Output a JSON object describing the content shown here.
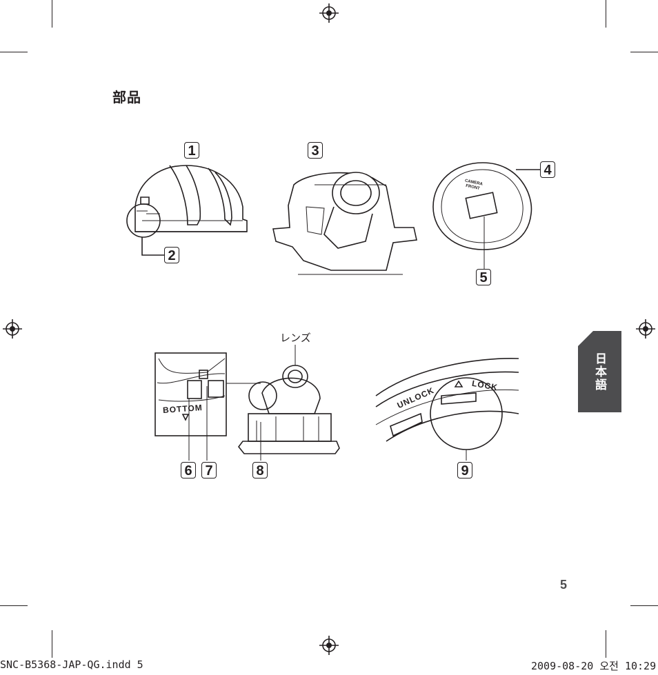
{
  "section": {
    "title": "部品"
  },
  "callouts": [
    "1",
    "2",
    "3",
    "4",
    "5",
    "6",
    "7",
    "8",
    "9"
  ],
  "labels": {
    "lens": "レンズ",
    "bottom": "BOTTOM",
    "unlock": "UNLOCK",
    "lock": "LOCK",
    "camera_front": "CAMERA FRONT"
  },
  "side_tab": {
    "language": "日本語",
    "color": "#4d4d4f"
  },
  "page": {
    "number": "5"
  },
  "footer": {
    "file": "SNC-B5368-JAP-QG.indd   5",
    "datetime": "2009-08-20   오전 10:29:"
  }
}
